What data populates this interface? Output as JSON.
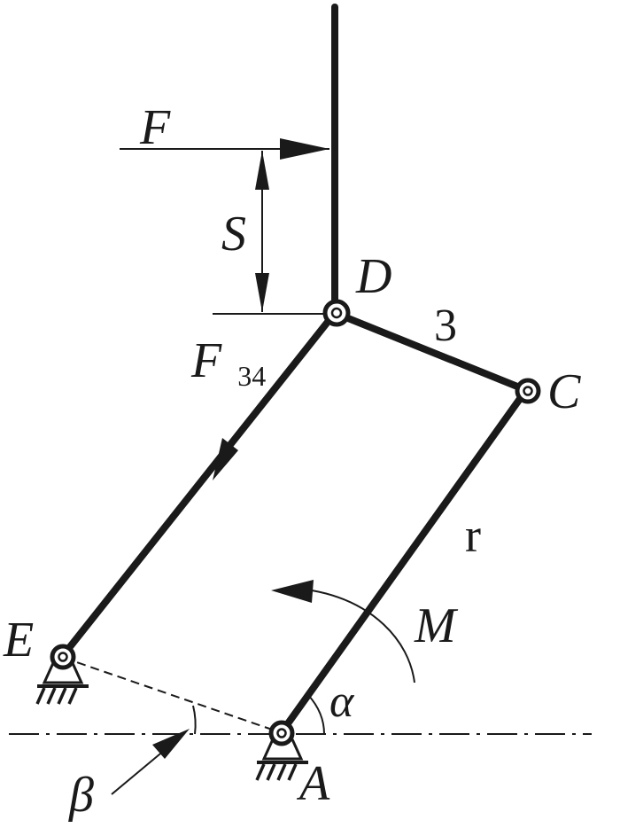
{
  "labels": {
    "force_F": "F",
    "distance_S": "S",
    "joint_D": "D",
    "link_3": "3",
    "joint_C": "C",
    "force_F34_main": "F",
    "force_F34_sub": "34",
    "crank_r": "r",
    "moment_M": "M",
    "joint_E": "E",
    "angle_alpha": "α",
    "angle_beta": "β",
    "joint_A": "A"
  },
  "colors": {
    "ink": "#1a1a1a",
    "background": "#ffffff"
  }
}
